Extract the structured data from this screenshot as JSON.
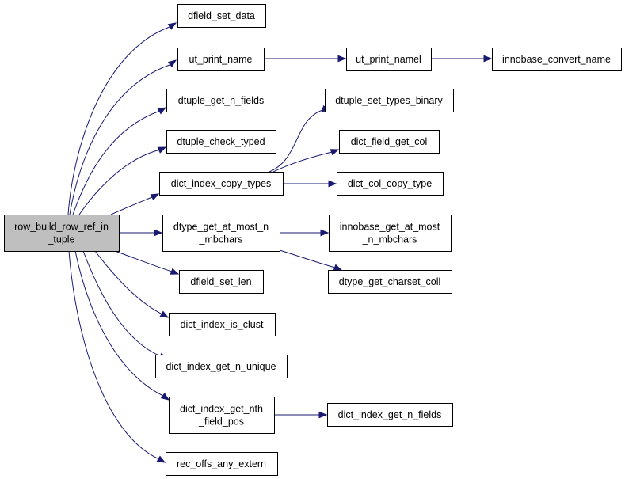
{
  "graph": {
    "nodes": [
      {
        "id": "root",
        "lines": [
          "row_build_row_ref_in",
          "_tuple"
        ],
        "highlighted": true
      },
      {
        "id": "dfield_set_data",
        "lines": [
          "dfield_set_data"
        ]
      },
      {
        "id": "ut_print_name",
        "lines": [
          "ut_print_name"
        ]
      },
      {
        "id": "ut_print_namel",
        "lines": [
          "ut_print_namel"
        ]
      },
      {
        "id": "innobase_convert_name",
        "lines": [
          "innobase_convert_name"
        ]
      },
      {
        "id": "dtuple_get_n_fields",
        "lines": [
          "dtuple_get_n_fields"
        ]
      },
      {
        "id": "dtuple_set_types_binary",
        "lines": [
          "dtuple_set_types_binary"
        ]
      },
      {
        "id": "dtuple_check_typed",
        "lines": [
          "dtuple_check_typed"
        ]
      },
      {
        "id": "dict_field_get_col",
        "lines": [
          "dict_field_get_col"
        ]
      },
      {
        "id": "dict_index_copy_types",
        "lines": [
          "dict_index_copy_types"
        ]
      },
      {
        "id": "dict_col_copy_type",
        "lines": [
          "dict_col_copy_type"
        ]
      },
      {
        "id": "dtype_get_at_most_n_mbchars",
        "lines": [
          "dtype_get_at_most_n",
          "_mbchars"
        ]
      },
      {
        "id": "innobase_get_at_most_n_mbchars",
        "lines": [
          "innobase_get_at_most",
          "_n_mbchars"
        ]
      },
      {
        "id": "dtype_get_charset_coll",
        "lines": [
          "dtype_get_charset_coll"
        ]
      },
      {
        "id": "dfield_set_len",
        "lines": [
          "dfield_set_len"
        ]
      },
      {
        "id": "dict_index_is_clust",
        "lines": [
          "dict_index_is_clust"
        ]
      },
      {
        "id": "dict_index_get_n_unique",
        "lines": [
          "dict_index_get_n_unique"
        ]
      },
      {
        "id": "dict_index_get_nth_field_pos",
        "lines": [
          "dict_index_get_nth",
          "_field_pos"
        ]
      },
      {
        "id": "dict_index_get_n_fields",
        "lines": [
          "dict_index_get_n_fields"
        ]
      },
      {
        "id": "rec_offs_any_extern",
        "lines": [
          "rec_offs_any_extern"
        ]
      }
    ],
    "edges": [
      {
        "from": "root",
        "to": "dfield_set_data"
      },
      {
        "from": "root",
        "to": "ut_print_name"
      },
      {
        "from": "root",
        "to": "dtuple_get_n_fields"
      },
      {
        "from": "root",
        "to": "dtuple_check_typed"
      },
      {
        "from": "root",
        "to": "dict_index_copy_types"
      },
      {
        "from": "root",
        "to": "dtype_get_at_most_n_mbchars"
      },
      {
        "from": "root",
        "to": "dfield_set_len"
      },
      {
        "from": "root",
        "to": "dict_index_is_clust"
      },
      {
        "from": "root",
        "to": "dict_index_get_n_unique"
      },
      {
        "from": "root",
        "to": "dict_index_get_nth_field_pos"
      },
      {
        "from": "root",
        "to": "rec_offs_any_extern"
      },
      {
        "from": "ut_print_name",
        "to": "ut_print_namel"
      },
      {
        "from": "ut_print_namel",
        "to": "innobase_convert_name"
      },
      {
        "from": "dict_index_copy_types",
        "to": "dtuple_set_types_binary"
      },
      {
        "from": "dict_index_copy_types",
        "to": "dict_field_get_col"
      },
      {
        "from": "dict_index_copy_types",
        "to": "dict_col_copy_type"
      },
      {
        "from": "dtype_get_at_most_n_mbchars",
        "to": "innobase_get_at_most_n_mbchars"
      },
      {
        "from": "dtype_get_at_most_n_mbchars",
        "to": "dtype_get_charset_coll"
      },
      {
        "from": "dict_index_get_nth_field_pos",
        "to": "dict_index_get_n_fields"
      }
    ]
  },
  "colors": {
    "edge": "#191970",
    "node_fill": "#ffffff",
    "highlight_fill": "#bfbfbf",
    "border": "#000000"
  }
}
